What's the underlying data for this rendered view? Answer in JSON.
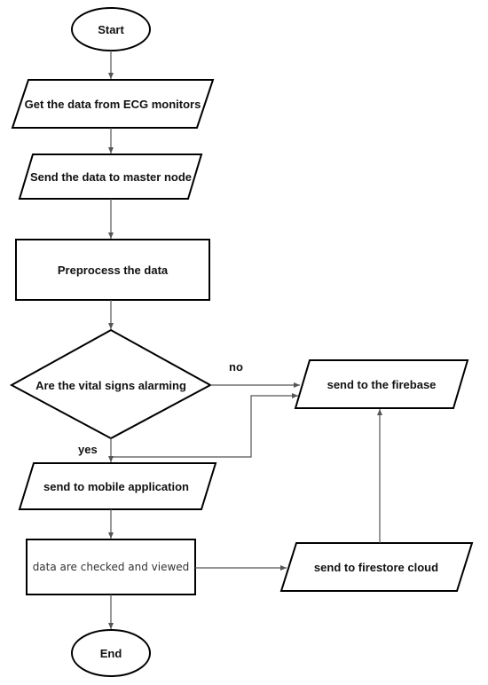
{
  "nodes": {
    "start": "Start",
    "get_data": "Get the data from ECG monitors",
    "send_master": "Send the data to master node",
    "preprocess": "Preprocess the data",
    "decision": "Are the vital signs alarming",
    "firebase": "send to the firebase",
    "mobile": "send to mobile application",
    "checked": "data are checked and viewed",
    "firestore": "send to firestore cloud",
    "end": "End"
  },
  "edges": {
    "no": "no",
    "yes": "yes"
  }
}
